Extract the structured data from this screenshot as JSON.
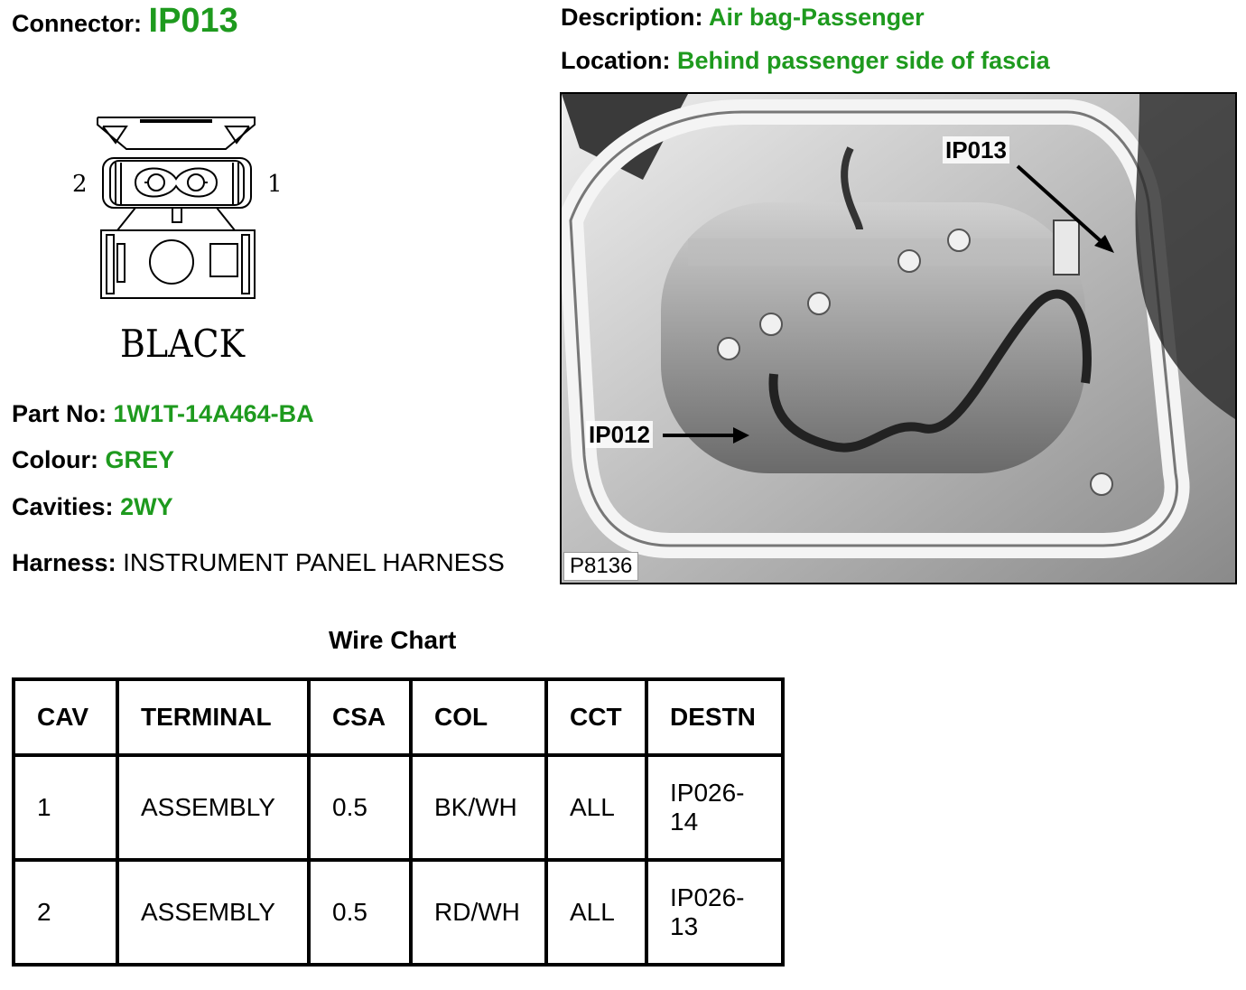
{
  "connector": {
    "label": "Connector:",
    "value": "IP013"
  },
  "description": {
    "label": "Description:",
    "value": "Air bag-Passenger"
  },
  "location": {
    "label": "Location:",
    "value": "Behind passenger side of fascia"
  },
  "connector_diagram": {
    "pin_left": "2",
    "pin_right": "1",
    "color_text": "BLACK"
  },
  "part_no": {
    "label": "Part No:",
    "value": "1W1T-14A464-BA"
  },
  "colour": {
    "label": "Colour:",
    "value": "GREY"
  },
  "cavities": {
    "label": "Cavities:",
    "value": "2WY"
  },
  "harness": {
    "label": "Harness:",
    "value": "INSTRUMENT PANEL HARNESS"
  },
  "photo": {
    "callout_top": "IP013",
    "callout_left": "IP012",
    "code": "P8136"
  },
  "wire_chart": {
    "title": "Wire Chart",
    "headers": [
      "CAV",
      "TERMINAL",
      "CSA",
      "COL",
      "CCT",
      "DESTN"
    ],
    "rows": [
      [
        "1",
        "ASSEMBLY",
        "0.5",
        "BK/WH",
        "ALL",
        "IP026-14"
      ],
      [
        "2",
        "ASSEMBLY",
        "0.5",
        "RD/WH",
        "ALL",
        "IP026-13"
      ]
    ]
  },
  "colors": {
    "accent_green": "#1e9a1e"
  }
}
